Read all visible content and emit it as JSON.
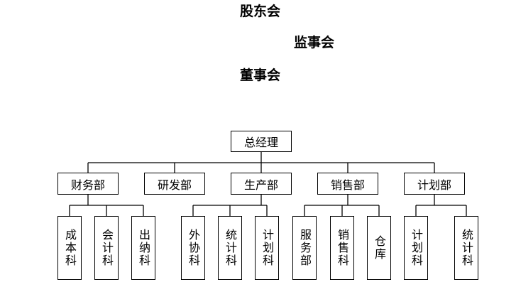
{
  "headings": {
    "shareholders": "股东会",
    "supervisors": "监事会",
    "board": "董事会"
  },
  "org": {
    "root": "总经理",
    "departments": [
      {
        "name": "财务部",
        "units": [
          "成本科",
          "会计科",
          "出纳科"
        ]
      },
      {
        "name": "研发部",
        "units": []
      },
      {
        "name": "生产部",
        "units": [
          "外协科",
          "统计科",
          "计划科"
        ]
      },
      {
        "name": "销售部",
        "units": [
          "服务部",
          "销售科",
          "仓库"
        ]
      },
      {
        "name": "计划部",
        "units": [
          "计划科",
          "统计科"
        ]
      }
    ]
  },
  "colors": {
    "line": "#000000",
    "box_fill": "#ffffff",
    "background": "#ffffff"
  }
}
